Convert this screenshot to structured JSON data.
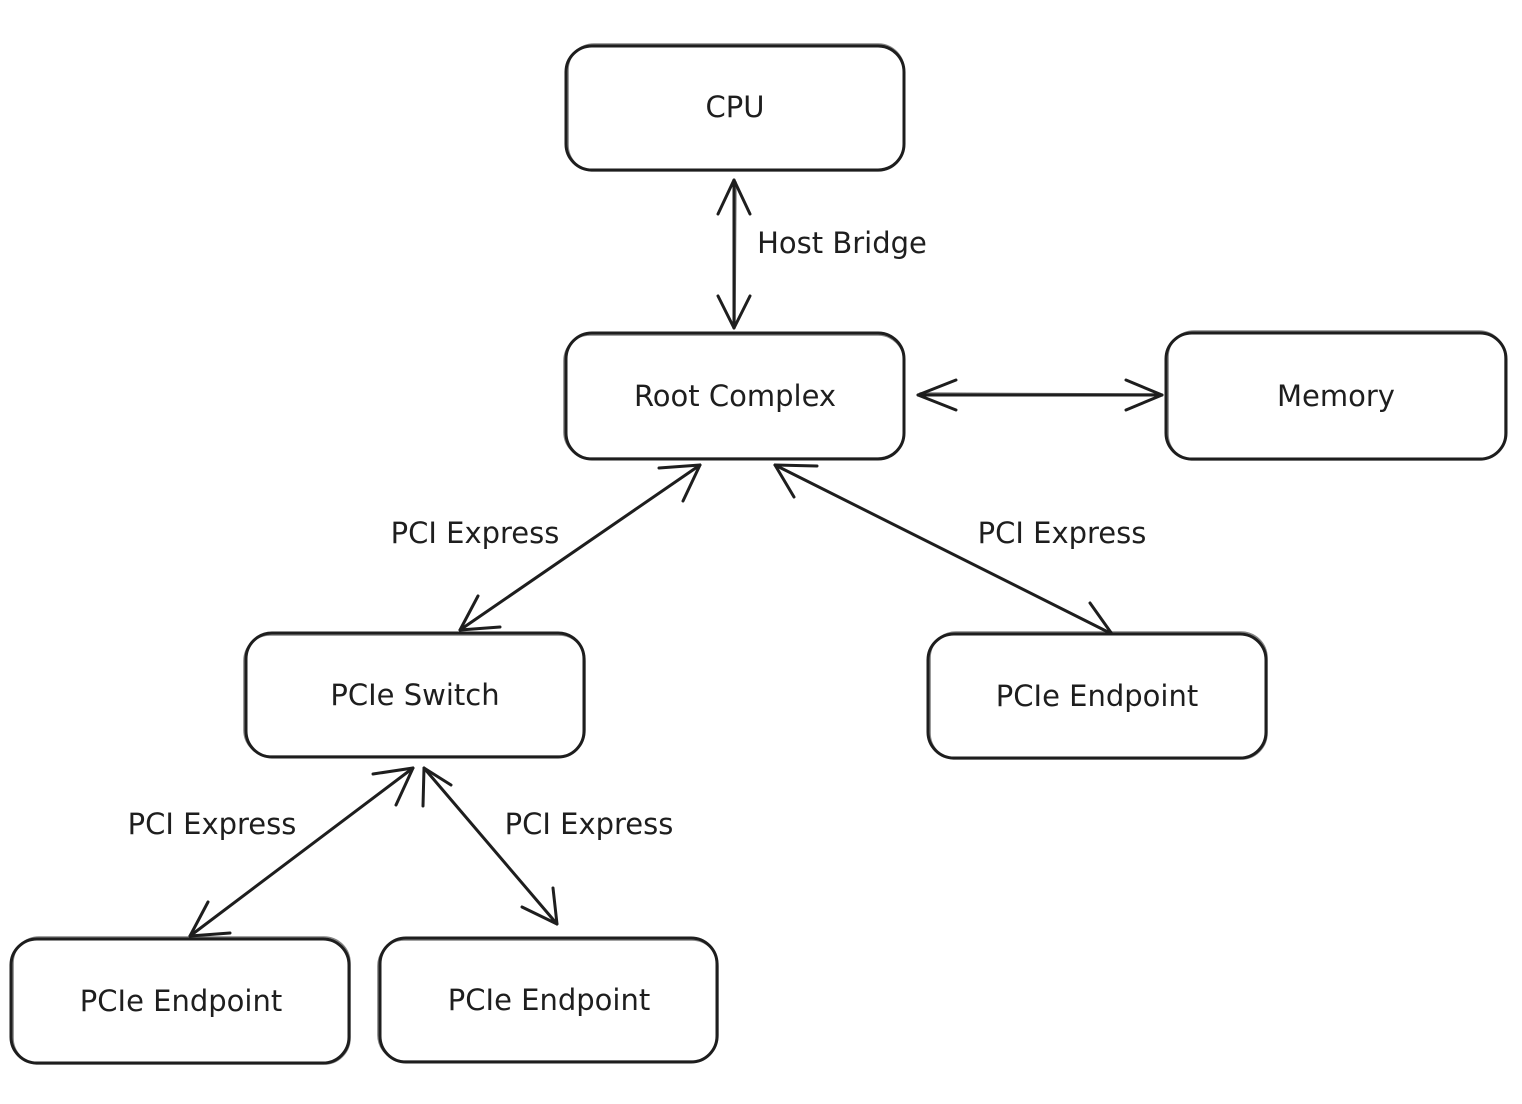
{
  "diagram": {
    "nodes": {
      "cpu": "CPU",
      "root_complex": "Root Complex",
      "memory": "Memory",
      "pcie_switch": "PCIe Switch",
      "pcie_endpoint_right": "PCIe Endpoint",
      "pcie_endpoint_bottom_left": "PCIe Endpoint",
      "pcie_endpoint_bottom_middle": "PCIe Endpoint"
    },
    "edges": {
      "cpu_root": "Host Bridge",
      "root_switch": "PCI Express",
      "root_endpoint": "PCI Express",
      "switch_endpoint_left": "PCI Express",
      "switch_endpoint_right": "PCI Express"
    }
  }
}
